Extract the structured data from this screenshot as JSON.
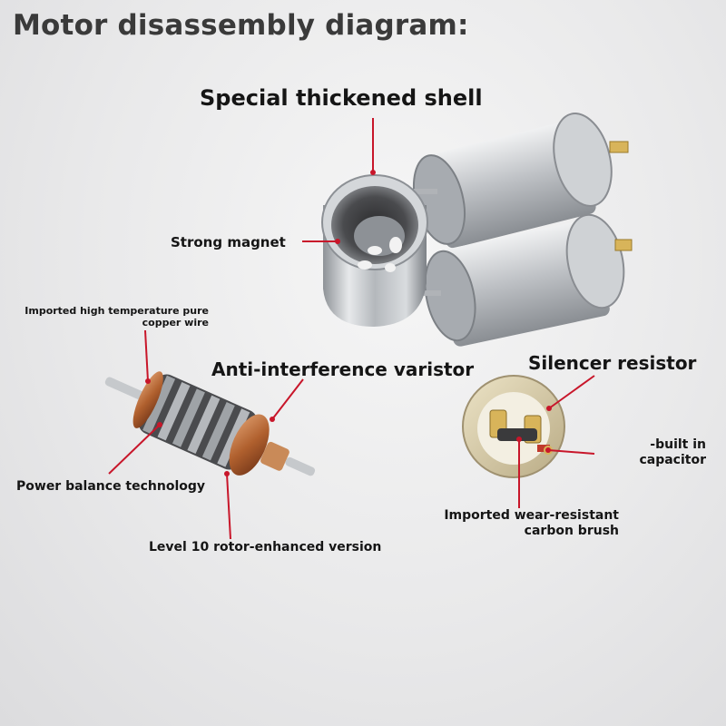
{
  "title": "Motor disassembly diagram:",
  "labels": {
    "shell": "Special thickened shell",
    "magnet": "Strong magnet",
    "copper_wire": [
      "Imported high temperature pure",
      "copper wire"
    ],
    "varistor": "Anti-interference varistor",
    "silencer": "Silencer resistor",
    "capacitor": [
      "-built in",
      "capacitor"
    ],
    "balance": "Power balance technology",
    "brush": [
      "Imported wear-resistant",
      "carbon brush"
    ],
    "rotor": "Level 10 rotor-enhanced version"
  },
  "colors": {
    "leader_line": "#c8162a",
    "title_text": "#3a3a3a",
    "label_text": "#151515",
    "motor_metal": "#b9bcc0",
    "copper": "#b86a3a"
  }
}
